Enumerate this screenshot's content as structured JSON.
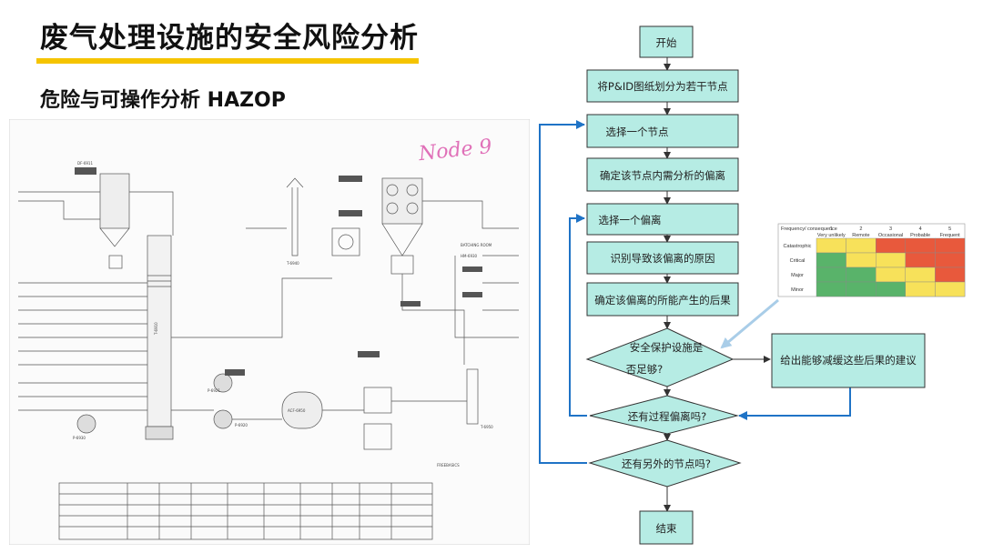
{
  "header": {
    "title": "废气处理设施的安全风险分析",
    "subtitle": "危险与可操作分析 HAZOP"
  },
  "pid": {
    "handwriting": "Node 9",
    "equipment_labels": [
      "DF-6911",
      "T-6910",
      "P-6921",
      "P-6920",
      "P-6930",
      "ACF-6950",
      "T-6950",
      "T-6940",
      "BATCHING ROOM",
      "HM-6930",
      "FREEBASICS"
    ]
  },
  "flowchart": {
    "start": "开始",
    "step_divide": "将P&ID图纸划分为若干节点",
    "step_select_node": "选择一个节点",
    "step_determine_deviation": "确定该节点内需分析的偏离",
    "step_select_deviation": "选择一个偏离",
    "step_identify_cause": "识别导致该偏离的原因",
    "step_consequence": "确定该偏离的所能产生的后果",
    "decision_protection_line1": "安全保护设施是",
    "decision_protection_line2": "否足够?",
    "step_recommend": "给出能够减缓这些后果的建议",
    "decision_more_deviation": "还有过程偏离吗?",
    "decision_more_node": "还有另外的节点吗?",
    "end": "结束"
  },
  "risk_matrix": {
    "corner": "Frequency/ consequence",
    "col_numbers": [
      "1",
      "2",
      "3",
      "4",
      "5"
    ],
    "columns": [
      "Very unlikely",
      "Remote",
      "Occasional",
      "Probable",
      "Frequent"
    ],
    "rows": [
      "Catastrophic",
      "Critical",
      "Major",
      "Minor"
    ],
    "cells": [
      [
        "yellow",
        "yellow",
        "red",
        "red",
        "red"
      ],
      [
        "green",
        "yellow",
        "yellow",
        "red",
        "red"
      ],
      [
        "green",
        "green",
        "yellow",
        "yellow",
        "red"
      ],
      [
        "green",
        "green",
        "green",
        "yellow",
        "yellow"
      ]
    ],
    "colors": {
      "red": "#e8593c",
      "yellow": "#f7e15a",
      "green": "#59b36a"
    }
  },
  "colors": {
    "accent_bar": "#f5c400",
    "flow_fill": "#b6ece4",
    "flow_stroke": "#333333",
    "loop_arrow": "#1f73c6",
    "matrix_pointer": "#a9cde8"
  }
}
